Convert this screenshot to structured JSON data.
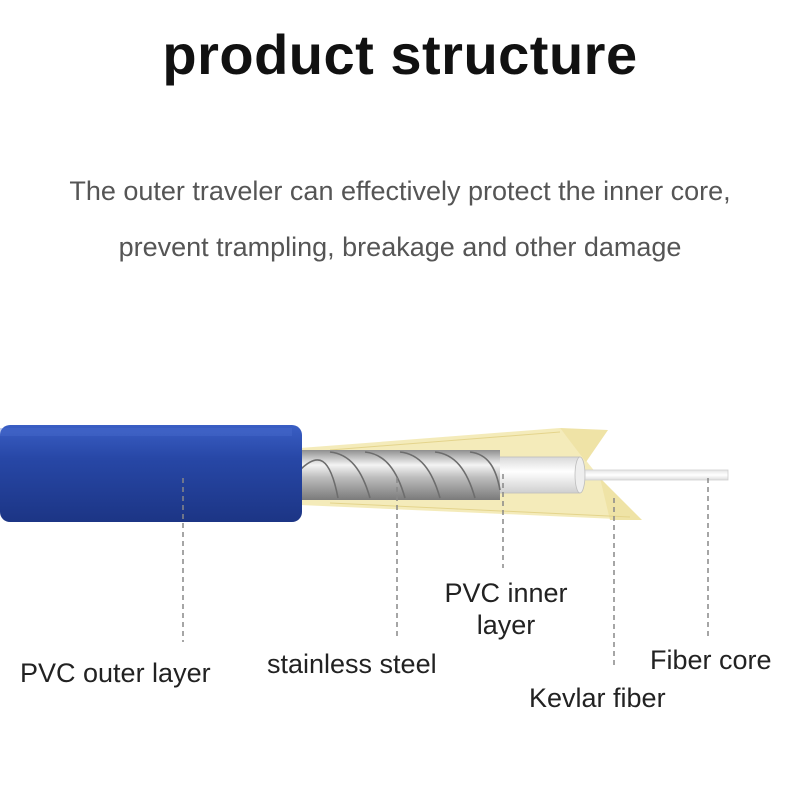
{
  "title": "product structure",
  "description": {
    "line1": "The outer traveler can effectively protect the inner core,",
    "line2": "prevent trampling, breakage and other damage"
  },
  "components": [
    {
      "id": "pvc-outer-layer",
      "label": "PVC outer layer",
      "color": "#2747a6"
    },
    {
      "id": "stainless-steel",
      "label": "stainless steel",
      "color": "#b8b8b8"
    },
    {
      "id": "pvc-inner-layer",
      "label_line1": "PVC inner",
      "label_line2": "layer",
      "color": "#f2f2f2"
    },
    {
      "id": "kevlar-fiber",
      "label": "Kevlar fiber",
      "color": "#f3eab6"
    },
    {
      "id": "fiber-core",
      "label": "Fiber core",
      "color": "#ffffff"
    }
  ],
  "colors": {
    "leader_line": "#888888",
    "title_text": "#111111",
    "body_text": "#555555"
  }
}
